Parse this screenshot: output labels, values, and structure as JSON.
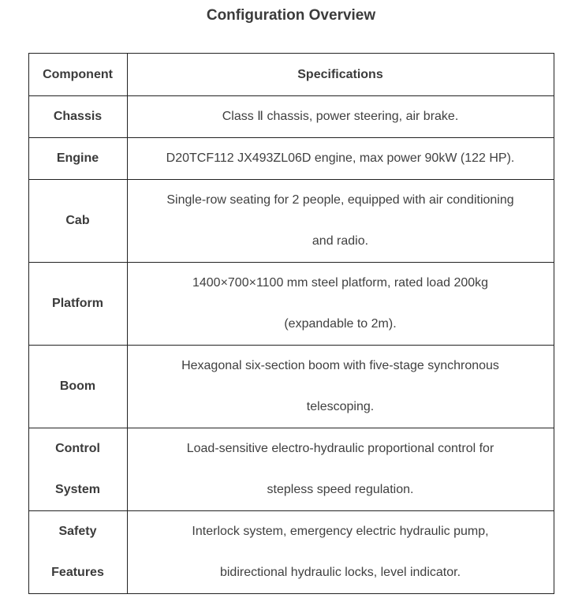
{
  "page": {
    "title": "Configuration Overview"
  },
  "colors": {
    "title_text": "#3b3b3b",
    "body_text": "#404040",
    "table_border": "#222222",
    "background": "#ffffff"
  },
  "table": {
    "headers": [
      "Component",
      "Specifications"
    ],
    "rows": [
      {
        "component": [
          "Chassis"
        ],
        "specs": [
          "Class Ⅱ chassis, power steering, air brake."
        ]
      },
      {
        "component": [
          "Engine"
        ],
        "specs": [
          "D20TCF112 JX493ZL06D engine, max power 90kW (122 HP)."
        ]
      },
      {
        "component": [
          "Cab"
        ],
        "specs": [
          "Single-row seating for 2 people, equipped with air conditioning",
          "and radio."
        ]
      },
      {
        "component": [
          "Platform"
        ],
        "specs": [
          "1400×700×1100 mm steel platform, rated load 200kg",
          "(expandable to 2m)."
        ]
      },
      {
        "component": [
          "Boom"
        ],
        "specs": [
          "Hexagonal six-section boom with five-stage synchronous",
          "telescoping."
        ]
      },
      {
        "component": [
          "Control",
          "System"
        ],
        "specs": [
          "Load-sensitive electro-hydraulic proportional control for",
          "stepless speed regulation."
        ]
      },
      {
        "component": [
          "Safety",
          "Features"
        ],
        "specs": [
          "Interlock system, emergency electric hydraulic pump,",
          "bidirectional hydraulic locks, level indicator."
        ]
      }
    ]
  }
}
